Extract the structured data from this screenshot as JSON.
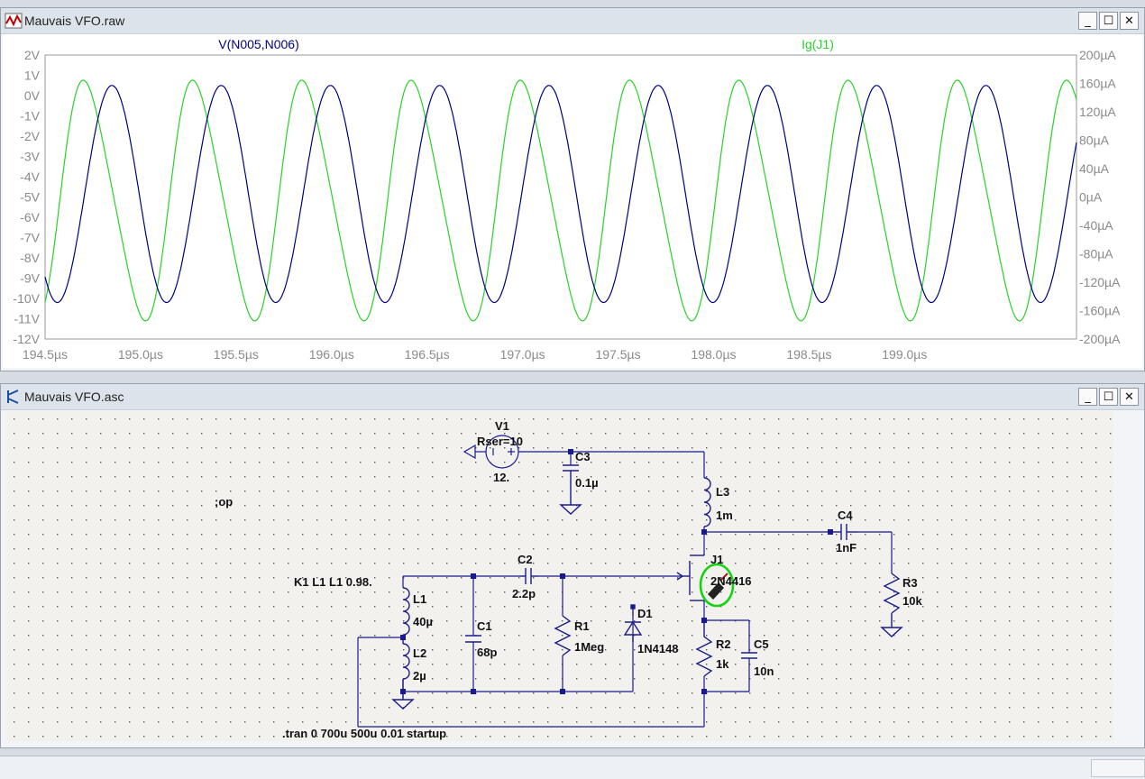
{
  "waveform_window": {
    "title": "Mauvais VFO.raw",
    "trace1_label": "V(N005,N006)",
    "trace2_label": "Ig(J1)",
    "trace1_color": "#000080",
    "trace2_color": "#28d228",
    "y_left_ticks": [
      "2V",
      "1V",
      "0V",
      "-1V",
      "-2V",
      "-3V",
      "-4V",
      "-5V",
      "-6V",
      "-7V",
      "-8V",
      "-9V",
      "-10V",
      "-11V",
      "-12V"
    ],
    "y_right_ticks": [
      "200µA",
      "160µA",
      "120µA",
      "80µA",
      "40µA",
      "0µA",
      "-40µA",
      "-80µA",
      "-120µA",
      "-160µA",
      "-200µA"
    ],
    "x_ticks": [
      "194.5µs",
      "195.0µs",
      "195.5µs",
      "196.0µs",
      "196.5µs",
      "197.0µs",
      "197.5µs",
      "198.0µs",
      "198.5µs",
      "199.0µs"
    ]
  },
  "chart_data": {
    "type": "line",
    "xlabel": "",
    "x_range_us": [
      194.5,
      199.9
    ],
    "y_left_range_V": [
      -12,
      2
    ],
    "y_right_range_uA": [
      -200,
      200
    ],
    "grid": false,
    "series": [
      {
        "name": "V(N005,N006)",
        "axis": "left",
        "period_us": 0.572,
        "peak_V": 0.5,
        "trough_V": -10.2,
        "first_peak_us": 194.85
      },
      {
        "name": "Ig(J1)",
        "axis": "right",
        "period_us": 0.572,
        "peak_uA": 160,
        "trough_uA": -170,
        "first_peak_us": 194.72
      }
    ]
  },
  "schematic_window": {
    "title": "Mauvais VFO.asc",
    "labels": {
      "v1_name": "V1",
      "v1_rser": "Rser=10",
      "v1_value": "12.",
      "c3_name": "C3",
      "c3_value": "0.1µ",
      "l3_name": "L3",
      "l3_value": "1m",
      "c4_name": "C4",
      "c4_value": "1nF",
      "r3_name": "R3",
      "r3_value": "10k",
      "j1_name": "J1",
      "j1_value": "2N4416",
      "c2_name": "C2",
      "c2_value": "2.2p",
      "k1": "K1 L1 L1 0.98.",
      "l1_name": "L1",
      "l1_value": "40µ",
      "l2_name": "L2",
      "l2_value": "2µ",
      "c1_name": "C1",
      "c1_value": "68p",
      "r1_name": "R1",
      "r1_value": "1Meg",
      "d1_name": "D1",
      "d1_value": "1N4148",
      "r2_name": "R2",
      "r2_value": "1k",
      "c5_name": "C5",
      "c5_value": "10n",
      "op": ";op",
      "tran": ".tran 0 700u 500u 0.01 startup"
    }
  },
  "window_buttons": {
    "minimize": "_",
    "maximize": "☐",
    "close": "✕"
  }
}
